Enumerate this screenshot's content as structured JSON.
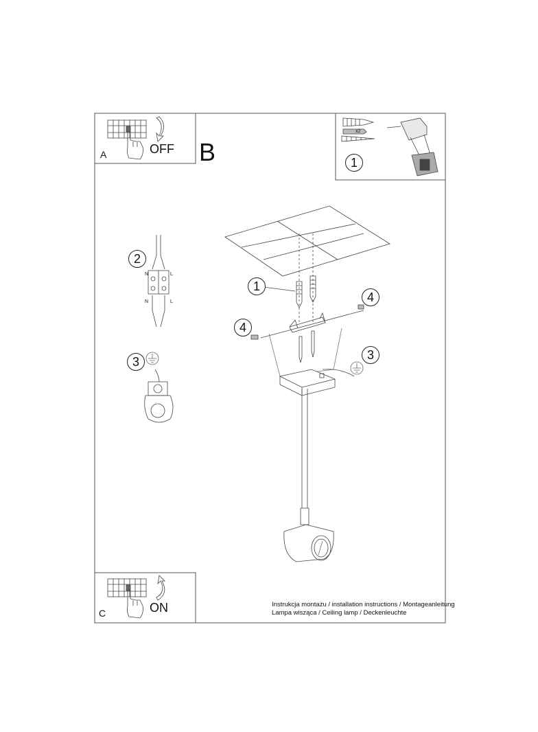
{
  "panels": {
    "a": {
      "label": "A",
      "switch_state": "OFF"
    },
    "b": {
      "label": "B"
    },
    "c": {
      "label": "C",
      "switch_state": "ON"
    }
  },
  "callouts": {
    "tools_step": "1",
    "wiring_step": "2",
    "ground_step": "3",
    "dowel_step": "1",
    "screw_right_step": "4",
    "screw_left_step": "4",
    "ground_main_step": "3"
  },
  "tools": {
    "quantity": "x2"
  },
  "wiring": {
    "neutral": "N",
    "live": "L"
  },
  "footer": {
    "line1": "Instrukcja montażu / installation instructions / Montageanleitung",
    "line2": "Lampa wisząca / Ceiling lamp / Deckenleuchte"
  }
}
